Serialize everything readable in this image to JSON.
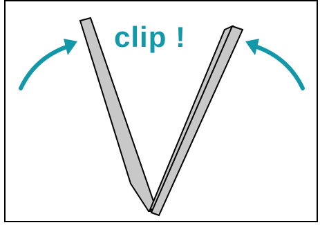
{
  "caption": "clip !",
  "colors": {
    "accent": "#1298a9",
    "strip_fill": "#c8c8c8",
    "outline": "#000000",
    "background": "#ffffff"
  },
  "icons": {
    "left_arrow": "curved-arrow-up-right",
    "right_arrow": "curved-arrow-up-left"
  }
}
